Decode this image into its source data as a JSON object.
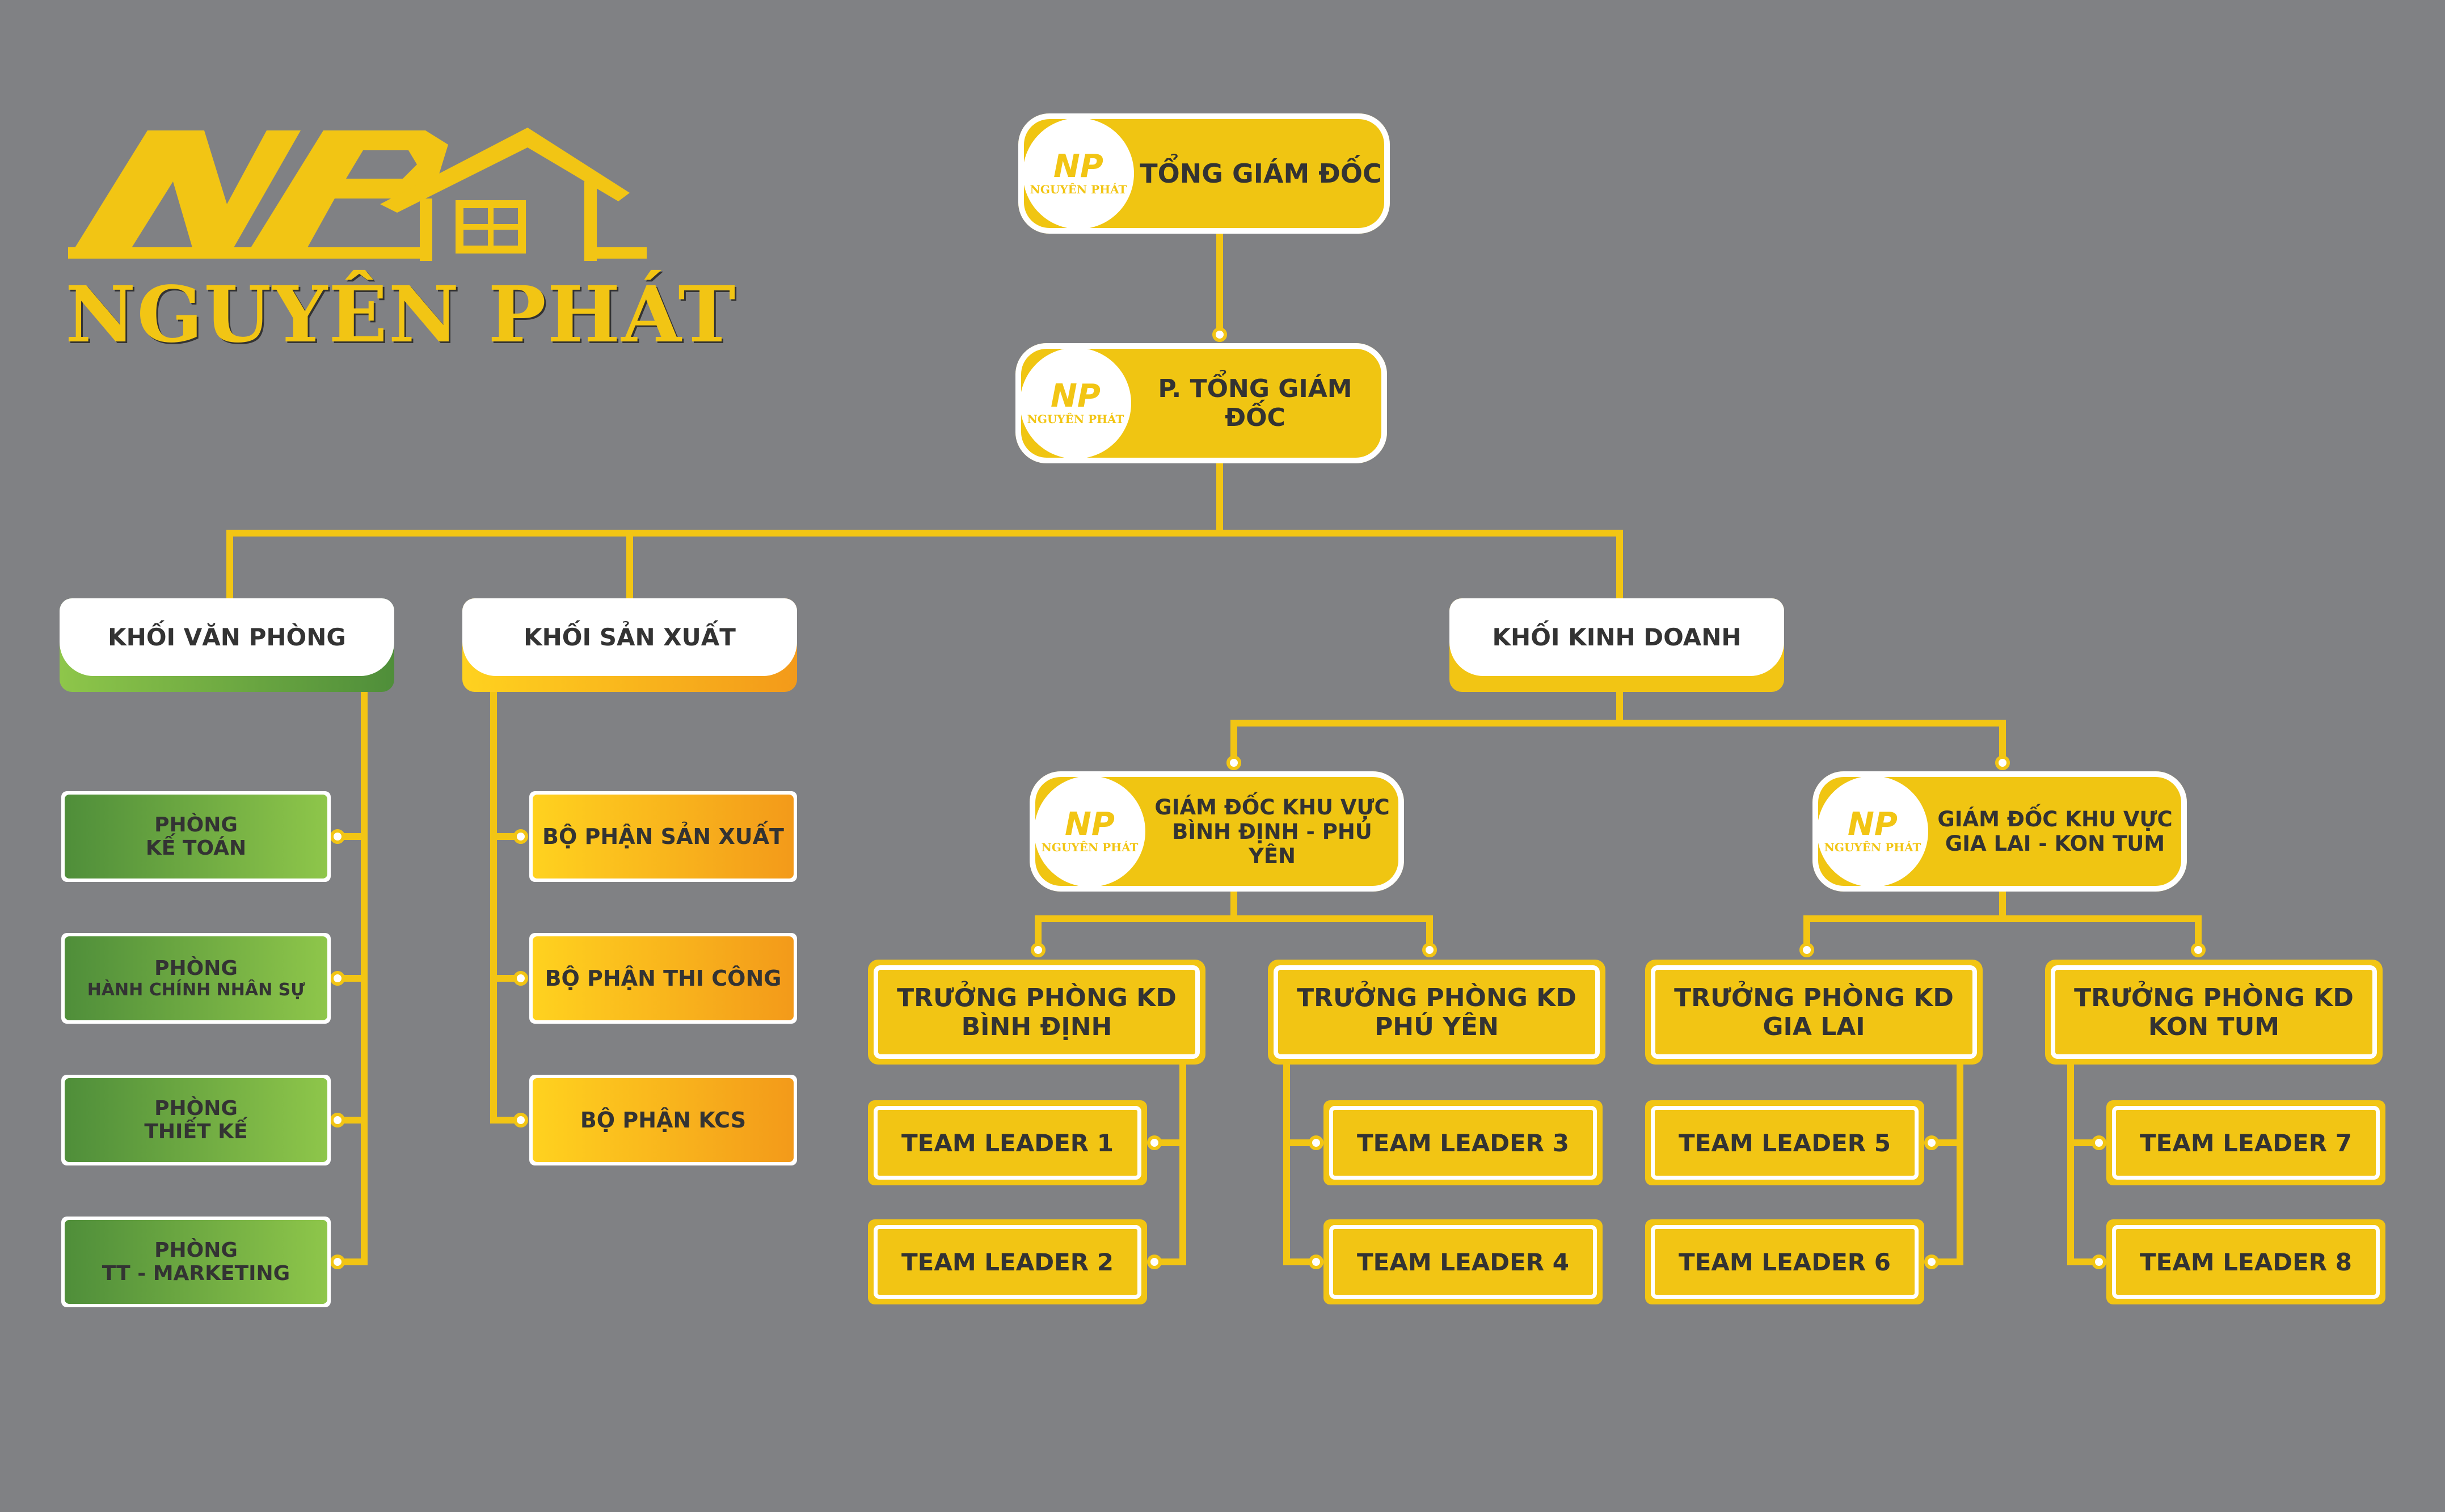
{
  "brand": {
    "name": "NGUYÊN PHÁT",
    "mini_name": "NGUYÊN PHÁT",
    "mono": "NP",
    "color_gold": "#f2c514",
    "color_bg": "#808184",
    "color_green": "#7ab542",
    "color_orange": "#f4a419"
  },
  "executives": {
    "ceo": "TỔNG GIÁM ĐỐC",
    "deputy": "P. TỔNG GIÁM ĐỐC"
  },
  "divisions": {
    "office": "KHỐI VĂN PHÒNG",
    "production": "KHỐI SẢN XUẤT",
    "business": "KHỐI KINH DOANH"
  },
  "office_departments": [
    {
      "line1": "PHÒNG",
      "line2": "KẾ TOÁN"
    },
    {
      "line1": "PHÒNG",
      "line2": "HÀNH CHÍNH NHÂN SỰ"
    },
    {
      "line1": "PHÒNG",
      "line2": "THIẾT KẾ"
    },
    {
      "line1": "PHÒNG",
      "line2": "TT - MARKETING"
    }
  ],
  "production_departments": [
    "BỘ PHẬN SẢN XUẤT",
    "BỘ PHẬN THI CÔNG",
    "BỘ PHẬN KCS"
  ],
  "regional_directors": [
    {
      "line1": "GIÁM ĐỐC KHU VỰC",
      "line2": "BÌNH ĐỊNH - PHÚ YÊN"
    },
    {
      "line1": "GIÁM ĐỐC KHU VỰC",
      "line2": "GIA LAI - KON TUM"
    }
  ],
  "sales_managers": [
    {
      "line1": "TRƯỞNG PHÒNG KD",
      "line2": "BÌNH ĐỊNH"
    },
    {
      "line1": "TRƯỞNG PHÒNG KD",
      "line2": "PHÚ YÊN"
    },
    {
      "line1": "TRƯỞNG PHÒNG KD",
      "line2": "GIA LAI"
    },
    {
      "line1": "TRƯỞNG PHÒNG KD",
      "line2": "KON TUM"
    }
  ],
  "team_leaders": [
    "TEAM LEADER 1",
    "TEAM LEADER 2",
    "TEAM LEADER 3",
    "TEAM LEADER 4",
    "TEAM LEADER 5",
    "TEAM LEADER 6",
    "TEAM LEADER 7",
    "TEAM LEADER 8"
  ]
}
